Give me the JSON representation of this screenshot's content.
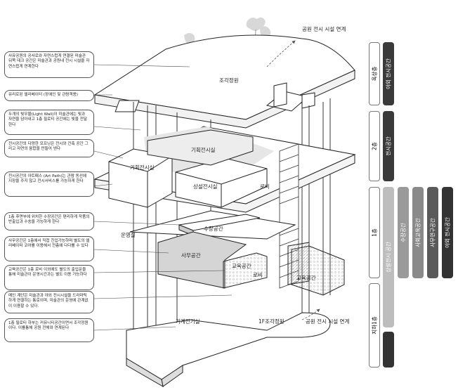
{
  "labels": {
    "park_link_top": "공원 전시 시설 연계",
    "park_link_bottom": "공원 전시 시설 연계",
    "sculpture_garden": "조각정원",
    "planned_exhibit_1": "기획전시실",
    "planned_exhibit_2": "기획전시실",
    "permanent_exhibit": "상설전시실",
    "lobby_upper": "로비",
    "storage": "수장공간",
    "operation": "운영실",
    "office": "사무공간",
    "education": "교육공간",
    "lobby_lower": "로비",
    "education_right": "교육공간",
    "machine_room": "기계전기실",
    "first_floor_garden": "1F조각정원"
  },
  "callouts": [
    "사유공원의 공사로와 자연스럽게 연결된 미술관 뒤쪽 데크 공간은 미술관과 공원내 전시 시설을 자연스럽게 연계한다",
    "유리로된 엘리베이터 (장애인 및 관람객용)",
    "두개의 빛우물(Light Wall)이 미술관에는 빛과 자연을 담아내고 1층 필로티 공간에는 빛을 전달한다",
    "전시공간의 다양한 모프닝은 전시와 건축 공간 그리고 자연의 융합을 만들어 낸다",
    "전시공간의 아트패스 (Art Path)는 관람 동선에 지장을 주지 않고 전시서비스를 가능하게 한다",
    "1층 후면부에 위치한 수장공간은 편리하게 작품의 반출입과 수송을 가능하게 한다",
    "사무공간은 1층에서 직접 진입가능하며 별도의 엘리베이터 코어를 이용해서 전층에 다다를 수 있다",
    "교육공간은 1층 로비 이외에도 별도의 출입문을 통해 미술관이 운영시간과는 별도 이용 가능하다",
    "메인 계단은 미술관과 야외 전시시설을 드라마틱하게 연결하는 통로이며, 미술관의 운영에 관계없이 이용할 수 있다.",
    "1층 필로티 하부는 커뮤니티공간이면서 조각정원이다. 이를통해 공원 전체와 연계된다"
  ],
  "floors": {
    "rooftop": "옥상층",
    "second": "2층",
    "first": "1층",
    "basement": "지하1층"
  },
  "zones": {
    "outdoor_exhibit_1": "야외 전시공간",
    "exhibit": "전시공간",
    "permanent_exhibit_1f": "상설전시 공간",
    "storage": "수장공간",
    "social_education": "사회교육공간",
    "office_research": "사무연구공간",
    "outdoor_exhibit_2": "야외 전시공간"
  }
}
